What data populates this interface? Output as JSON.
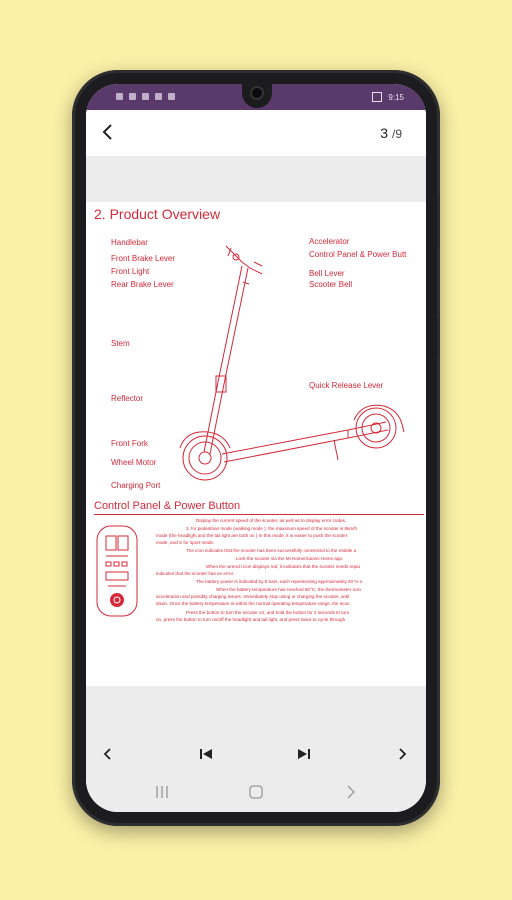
{
  "status_bar": {
    "time_right": "9:15"
  },
  "toolbar": {
    "back_icon": "chevron-left-icon",
    "current_page": "3",
    "total_pages": "/9"
  },
  "page": {
    "title": "2. Product Overview",
    "labels_left": [
      "Handlebar",
      "Front Brake Lever",
      "Front Light",
      "Rear Brake Lever",
      "Stem",
      "Reflector",
      "Front Fork",
      "Wheel Motor",
      "Charging Port"
    ],
    "labels_right": [
      "Accelerator",
      "Control Panel & Power Butt",
      "Bell Lever",
      "Scooter Bell",
      "Quick Release Lever"
    ],
    "section_title": "Control Panel & Power Button",
    "descriptions": [
      "Display the current speed of the scooter, as well as to display error codes.",
      "2. for pedestrian mode (walking mode ): the maximum speed of the scooter is 6km/h",
      "mode (the headlight and the tail light are both on ) In this mode, it is easier to push the scooter",
      "mode, and S for sport mode.",
      "The icon indicates that the scooter has been successfully connected to the mobile a",
      "Lock the scooter via the Mi Home/Xiaomi Home app.",
      "When the wrench icon displays red, it indicates that the scooter needs repai",
      "indicates that the scooter has an error.",
      "The battery power is indicated by 5 bars, each representing approximately 20 % o",
      "When the battery temperature has reached 50°C, the thermometer icon",
      "acceleration and possibly charging issues. Immediately stop using or charging the scooter, until",
      "down. Once the battery temperature is within the normal operating temperature range, the scoo",
      "Press the button to turn the scooter on, and hold the button for 2 seconds to turn",
      "on, press the button to turn on/off the headlight and tail light, and press twice to cycle through"
    ]
  },
  "bottom_nav": {
    "prev_icon": "chevron-left-icon",
    "first_icon": "skip-previous-icon",
    "last_icon": "skip-next-icon",
    "next_icon": "chevron-right-icon"
  },
  "system_nav": {
    "recents_icon": "recents-icon",
    "home_icon": "home-icon",
    "back_icon": "back-icon"
  },
  "colors": {
    "accent_red": "#d42a3a",
    "background": "#fbf0a6",
    "status_bar": "#5a3a6a"
  }
}
